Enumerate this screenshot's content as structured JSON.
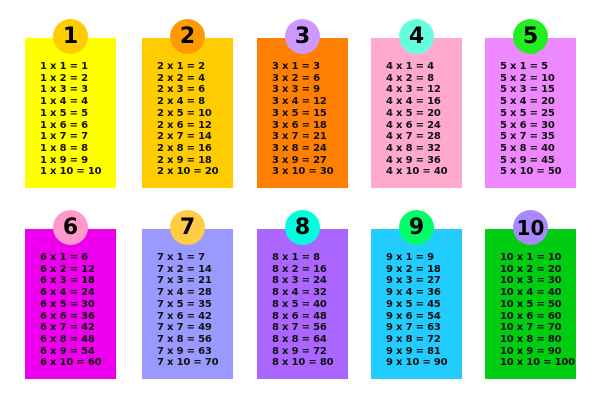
{
  "tables": [
    {
      "number": "1",
      "card_color": "#ffff00",
      "badge_color": "#ffcc00",
      "lines": [
        "1 x 1 = 1",
        "1 x 2 = 2",
        "1 x 3 = 3",
        "1 x 4 = 4",
        "1 x 5 = 5",
        "1 x 6 = 6",
        "1 x 7 = 7",
        "1 x 8 = 8",
        "1 x 9 = 9",
        "1 x 10 = 10"
      ]
    },
    {
      "number": "2",
      "card_color": "#ffcc00",
      "badge_color": "#ff9900",
      "lines": [
        "2 x 1 = 2",
        "2 x 2 = 4",
        "2 x 3 = 6",
        "2 x 4 = 8",
        "2 x 5 = 10",
        "2 x 6 = 12",
        "2 x 7 = 14",
        "2 x 8 = 16",
        "2 x 9 = 18",
        "2 x 10 = 20"
      ]
    },
    {
      "number": "3",
      "card_color": "#ff8000",
      "badge_color": "#cc99ff",
      "lines": [
        "3 x 1 = 3",
        "3 x 2 = 6",
        "3 x 3 = 9",
        "3 x 4 = 12",
        "3 x 5 = 15",
        "3 x 6 = 18",
        "3 x 7 = 21",
        "3 x 8 = 24",
        "3 x 9 = 27",
        "3 x 10 = 30"
      ]
    },
    {
      "number": "4",
      "card_color": "#ffaacc",
      "badge_color": "#66ffdd",
      "lines": [
        "4 x 1 = 4",
        "4 x 2 = 8",
        "4 x 3 = 12",
        "4 x 4 = 16",
        "4 x 5 = 20",
        "4 x 6 = 24",
        "4 x 7 = 28",
        "4 x 8 = 32",
        "4 x 9 = 36",
        "4 x 10 = 40"
      ]
    },
    {
      "number": "5",
      "card_color": "#ee88ff",
      "badge_color": "#22ee22",
      "lines": [
        "5 x 1 = 5",
        "5 x 2 = 10",
        "5 x 3 = 15",
        "5 x 4 = 20",
        "5 x 5 = 25",
        "5 x 6 = 30",
        "5 x 7 = 35",
        "5 x 8 = 40",
        "5 x 9 = 45",
        "5 x 10 = 50"
      ]
    },
    {
      "number": "6",
      "card_color": "#ee00ee",
      "badge_color": "#ff99cc",
      "lines": [
        "6 x 1 = 6",
        "6 x 2 = 12",
        "6 x 3 = 18",
        "6 x 4 = 24",
        "6 x 5 = 30",
        "6 x 6 = 36",
        "6 x 7 = 42",
        "6 x 8 = 48",
        "6 x 9 = 54",
        "6 x 10 = 60"
      ]
    },
    {
      "number": "7",
      "card_color": "#9999ff",
      "badge_color": "#ffcc44",
      "lines": [
        "7 x 1 = 7",
        "7 x 2 = 14",
        "7 x 3 = 21",
        "7 x 4 = 28",
        "7 x 5 = 35",
        "7 x 6 = 42",
        "7 x 7 = 49",
        "7 x 8 = 56",
        "7 x 9 = 63",
        "7 x 10 = 70"
      ]
    },
    {
      "number": "8",
      "card_color": "#aa66ff",
      "badge_color": "#00ffdd",
      "lines": [
        "8 x 1 = 8",
        "8 x 2 = 16",
        "8 x 3 = 24",
        "8 x 4 = 32",
        "8 x 5 = 40",
        "8 x 6 = 48",
        "8 x 7 = 56",
        "8 x 8 = 64",
        "8 x 9 = 72",
        "8 x 10 = 80"
      ]
    },
    {
      "number": "9",
      "card_color": "#22ccff",
      "badge_color": "#00ff66",
      "lines": [
        "9 x 1 = 9",
        "9 x 2 = 18",
        "9 x 3 = 27",
        "9 x 4 = 36",
        "9 x 5 = 45",
        "9 x 6 = 54",
        "9 x 7 = 63",
        "9 x 8 = 72",
        "9 x 9 = 81",
        "9 x 10 = 90"
      ]
    },
    {
      "number": "10",
      "card_color": "#00cc11",
      "badge_color": "#aa88ff",
      "lines": [
        "10 x 1 = 10",
        "10 x 2 = 20",
        "10 x 3 = 30",
        "10 x 4 = 40",
        "10 x 5 = 50",
        "10 x 6 = 60",
        "10 x 7 = 70",
        "10 x 8 = 80",
        "10 x 9 = 90",
        "10 x 10 = 100"
      ]
    }
  ]
}
